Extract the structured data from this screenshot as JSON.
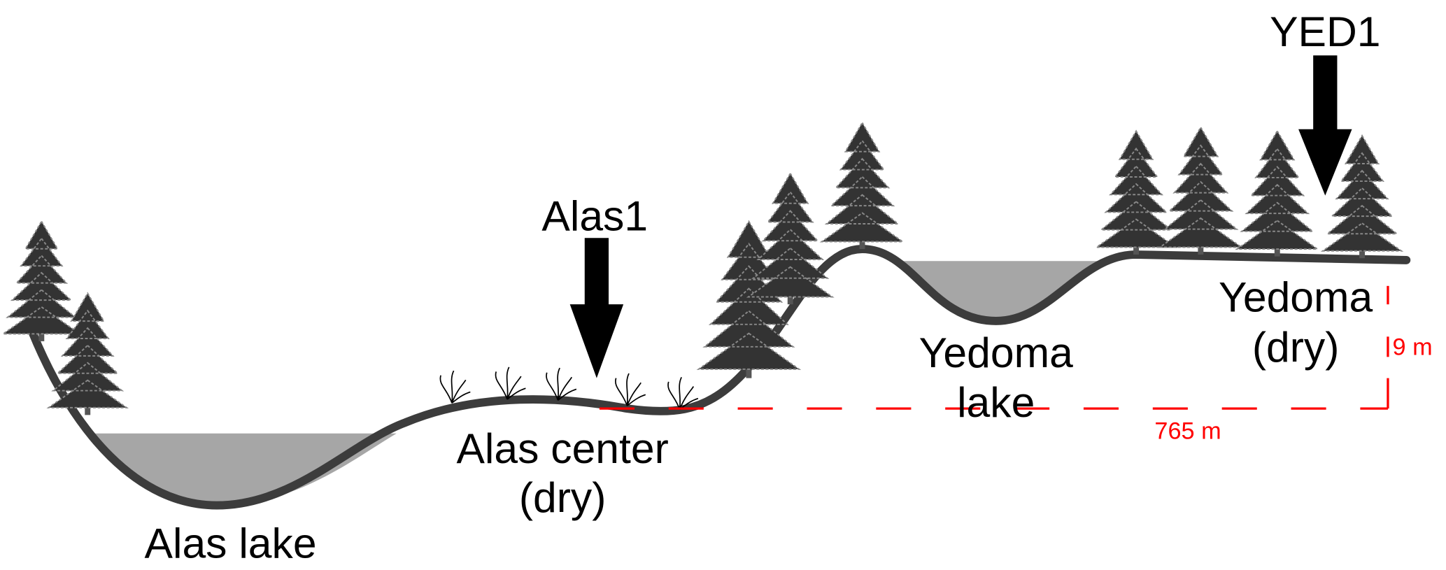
{
  "labels": {
    "alas1": "Alas1",
    "yed1": "YED1",
    "alas_lake": "Alas lake",
    "alas_center_line1": "Alas center",
    "alas_center_line2": "(dry)",
    "yedoma_lake_line1": "Yedoma",
    "yedoma_lake_line2": "lake",
    "yedoma_dry_line1": "Yedoma",
    "yedoma_dry_line2": "(dry)"
  },
  "scale": {
    "horizontal": "765 m",
    "vertical": "9 m"
  },
  "colors": {
    "ground": "#3c3c3c",
    "water": "#a6a6a6",
    "scale": "#ff0000",
    "tree": "#333333"
  }
}
